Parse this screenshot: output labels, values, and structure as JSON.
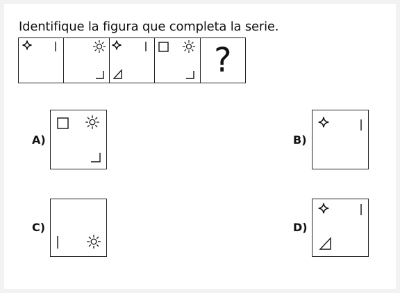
{
  "question": "Identifique la figura que completa la serie.",
  "series": {
    "missing_symbol": "?",
    "cells": [
      {
        "icons": [
          "star-icon",
          "vertical-line-icon"
        ]
      },
      {
        "icons": [
          "sun-icon",
          "corner-icon"
        ]
      },
      {
        "icons": [
          "star-icon",
          "vertical-line-icon",
          "triangle-icon"
        ]
      },
      {
        "icons": [
          "square-icon",
          "sun-icon",
          "corner-icon"
        ]
      },
      {
        "icons": []
      }
    ]
  },
  "options": [
    {
      "label": "A)",
      "icons": [
        "square-icon",
        "sun-icon",
        "corner-icon"
      ]
    },
    {
      "label": "B)",
      "icons": [
        "star-icon",
        "vertical-line-icon"
      ]
    },
    {
      "label": "C)",
      "icons": [
        "vertical-line-icon",
        "sun-icon"
      ]
    },
    {
      "label": "D)",
      "icons": [
        "star-icon",
        "vertical-line-icon",
        "triangle-icon"
      ]
    }
  ]
}
